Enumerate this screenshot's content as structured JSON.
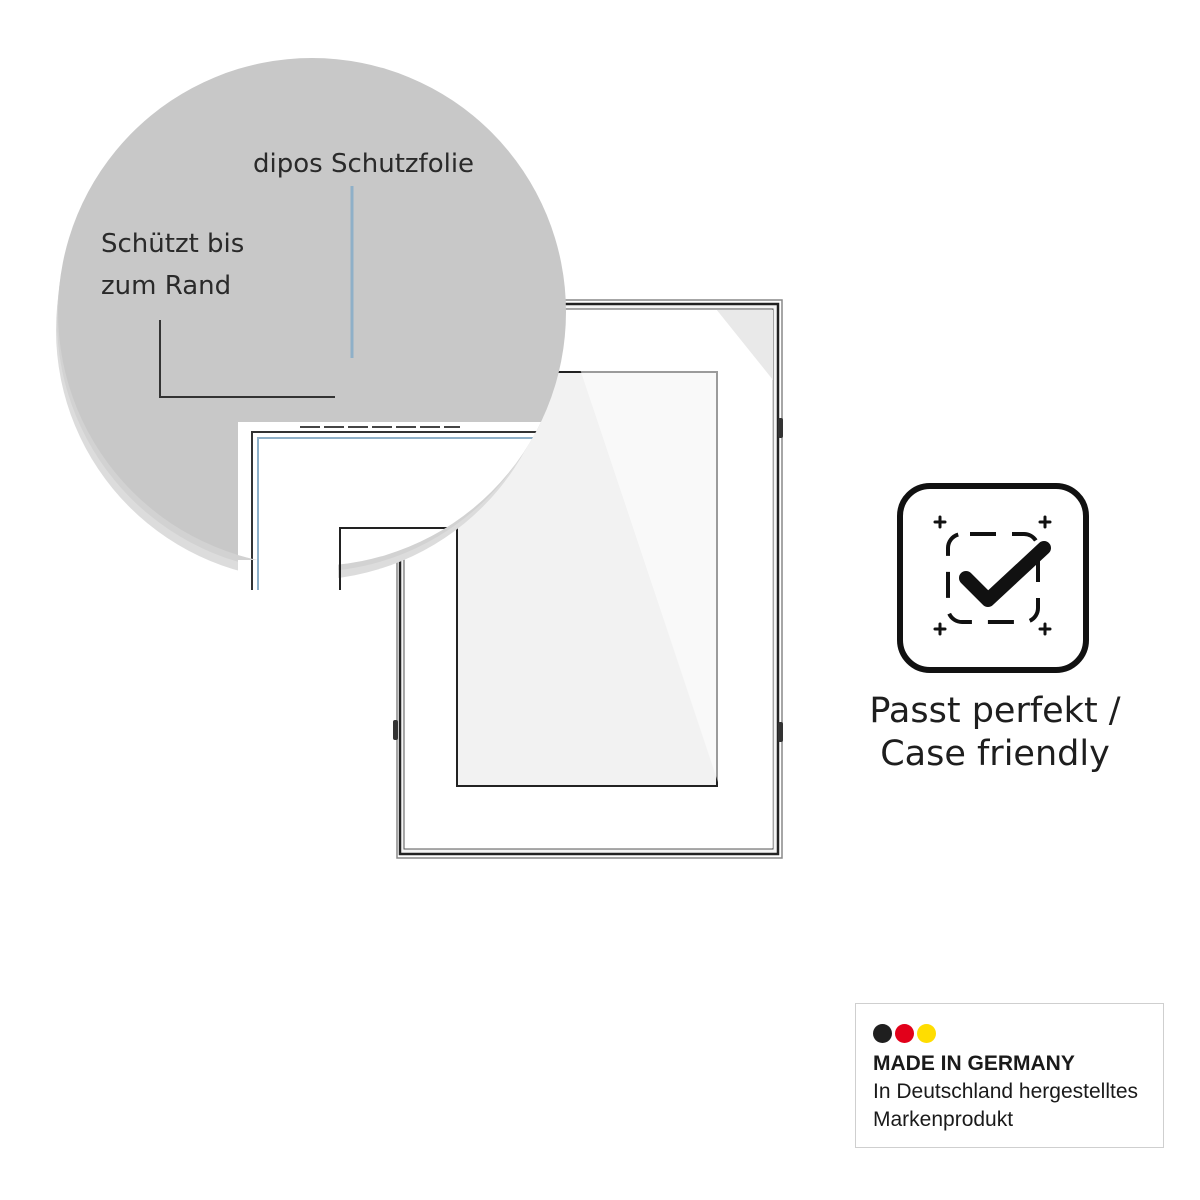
{
  "zoom_callout": {
    "film_label": "dipos Schutzfolie",
    "edge_label_line1": "Schützt bis",
    "edge_label_line2": "zum Rand",
    "circle_color": "#c8c8c8",
    "film_line_color": "#8fb0c8"
  },
  "feature": {
    "icon": "case-friendly-check-icon",
    "caption_line1": "Passt perfekt /",
    "caption_line2": "Case friendly"
  },
  "made_in_germany": {
    "title": "MADE IN GERMANY",
    "line1": "In Deutschland hergestelltes",
    "line2": "Markenprodukt",
    "flag_colors": [
      "#1f1f1f",
      "#e2001a",
      "#ffdd00"
    ]
  }
}
